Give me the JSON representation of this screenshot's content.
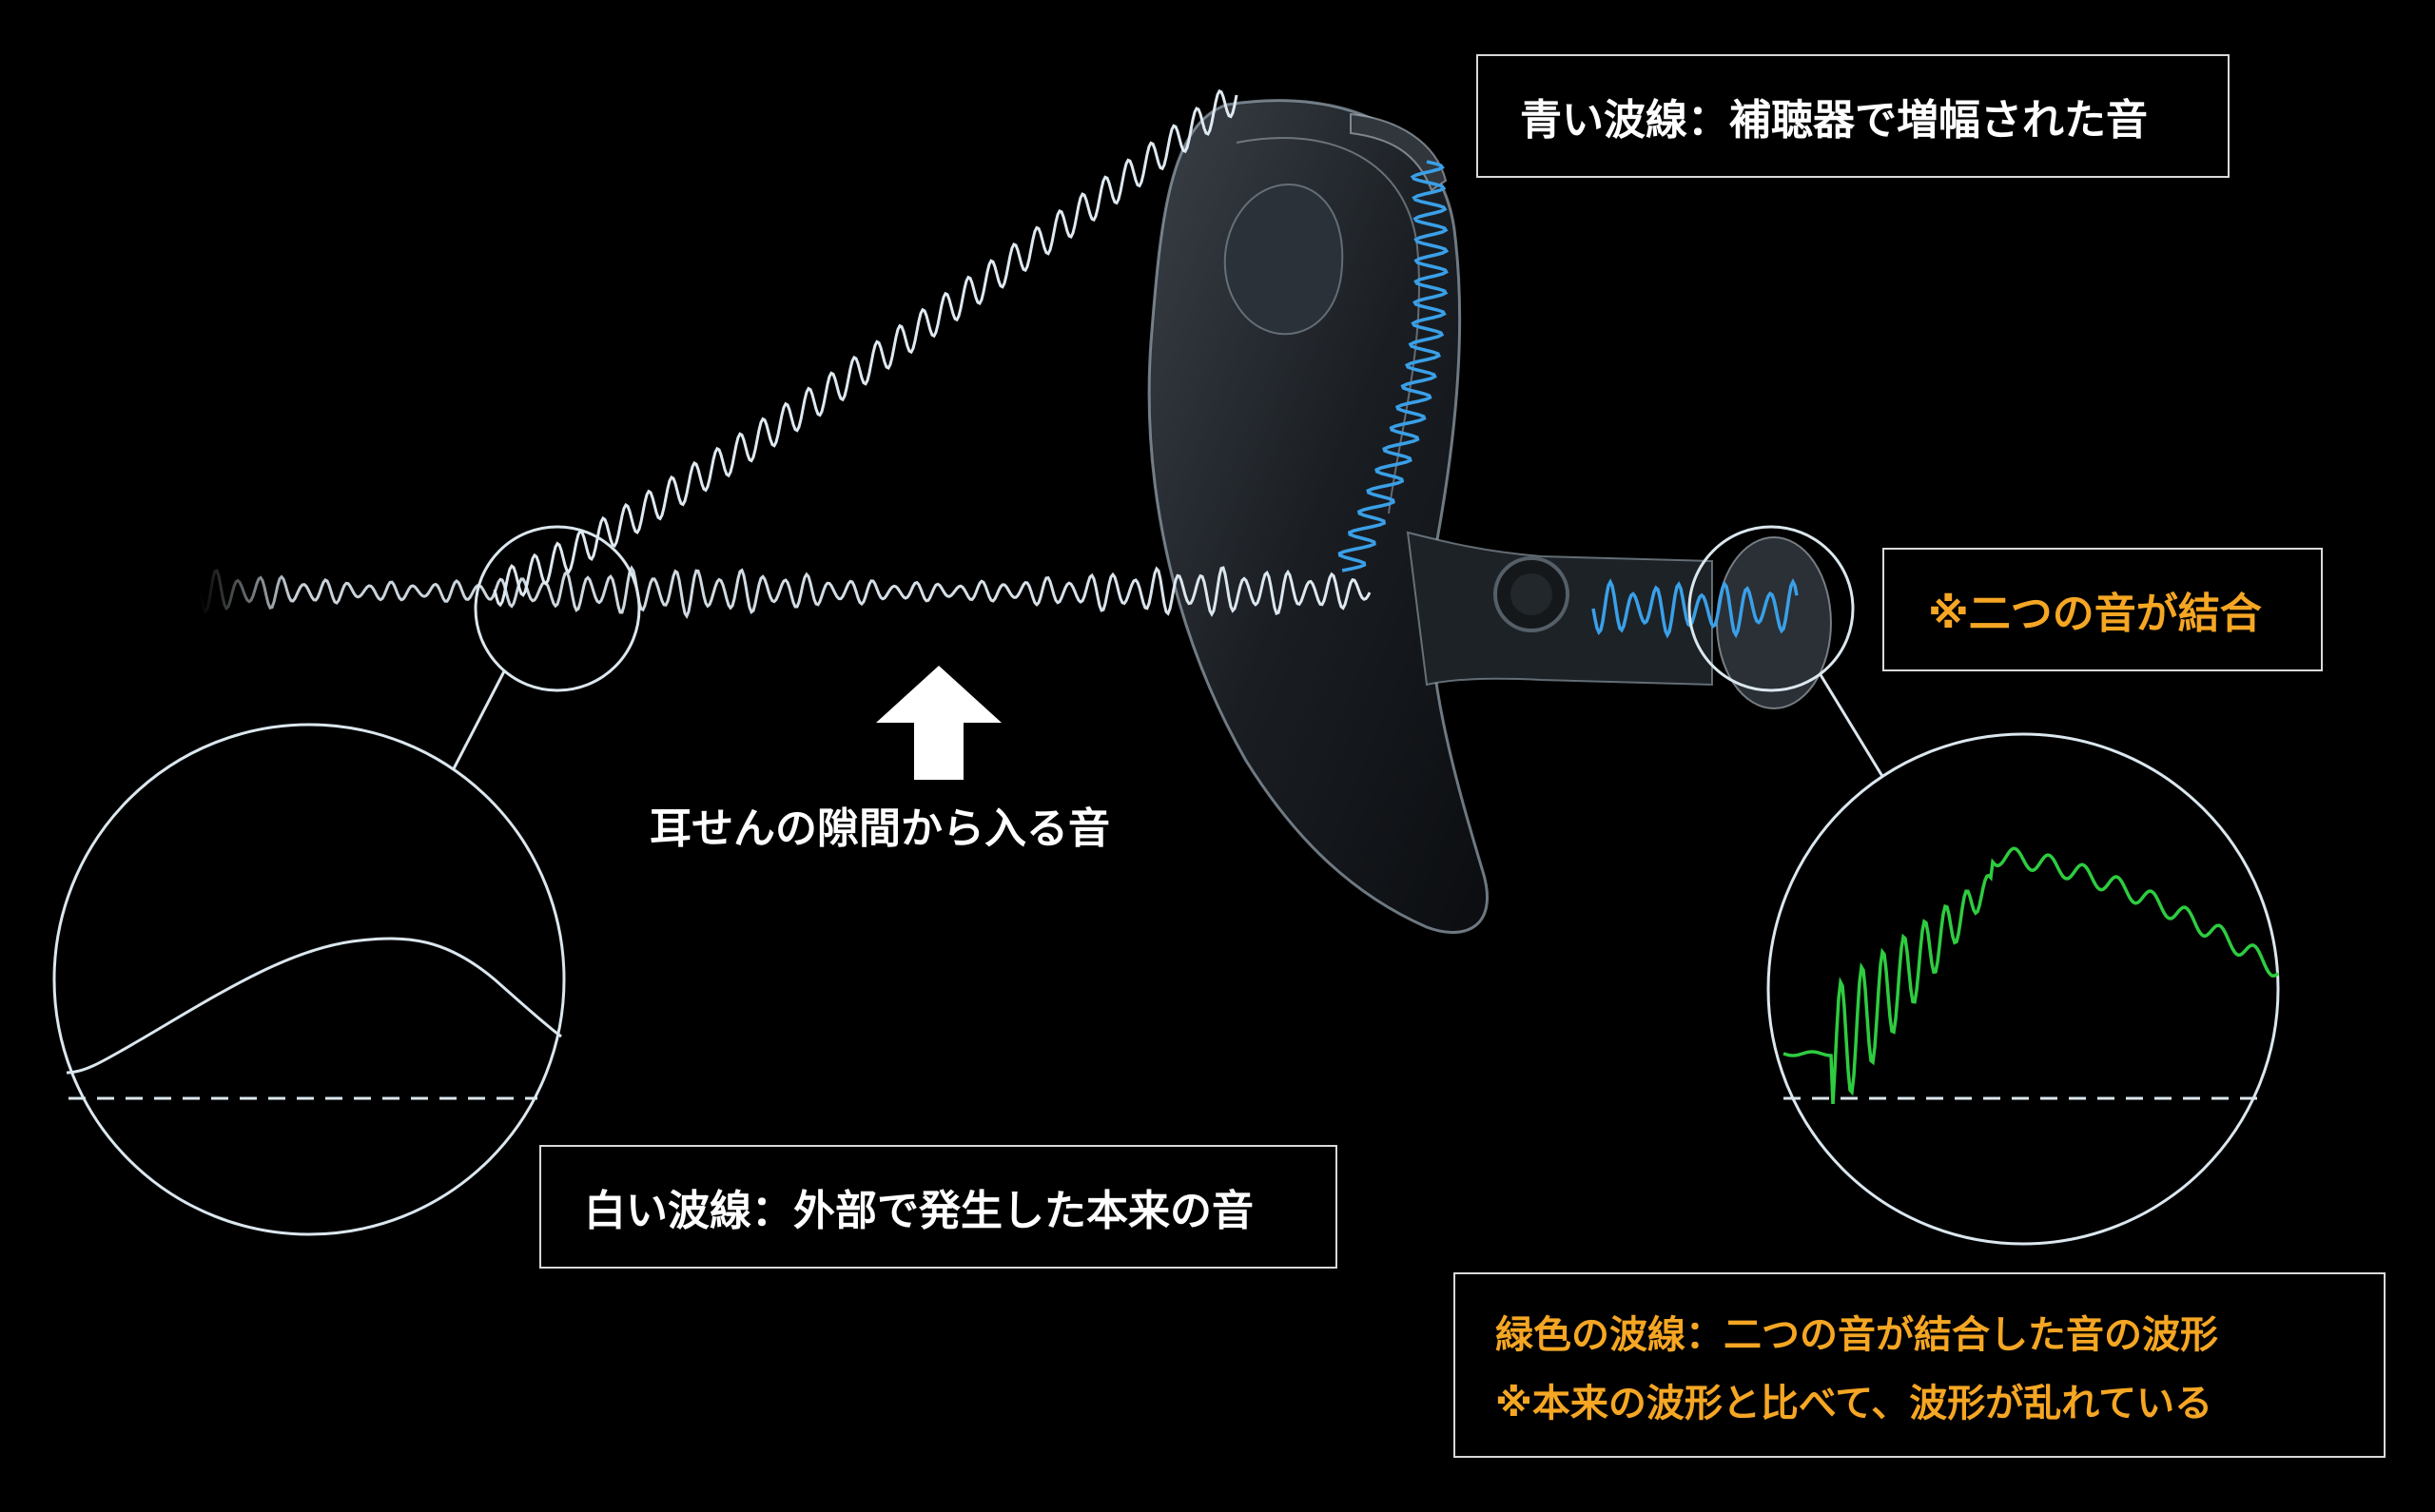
{
  "labels": {
    "blue_wave": "青い波線：補聴器で増幅された音",
    "combined": "※二つの音が結合",
    "white_wave": "白い波線：外部で発生した本来の音",
    "green_wave_line1": "緑色の波線：二つの音が結合した音の波形",
    "green_wave_line2": "※本来の波形と比べて、波形が乱れている",
    "gap_sound": "耳せんの隙間から入る音"
  },
  "colors": {
    "background": "#000000",
    "white_wave": "#dfe9f1",
    "blue_wave": "#3aa0e8",
    "green_wave": "#2ecc40",
    "orange_text": "#f5a623",
    "circle_stroke": "#dbe7ee"
  }
}
